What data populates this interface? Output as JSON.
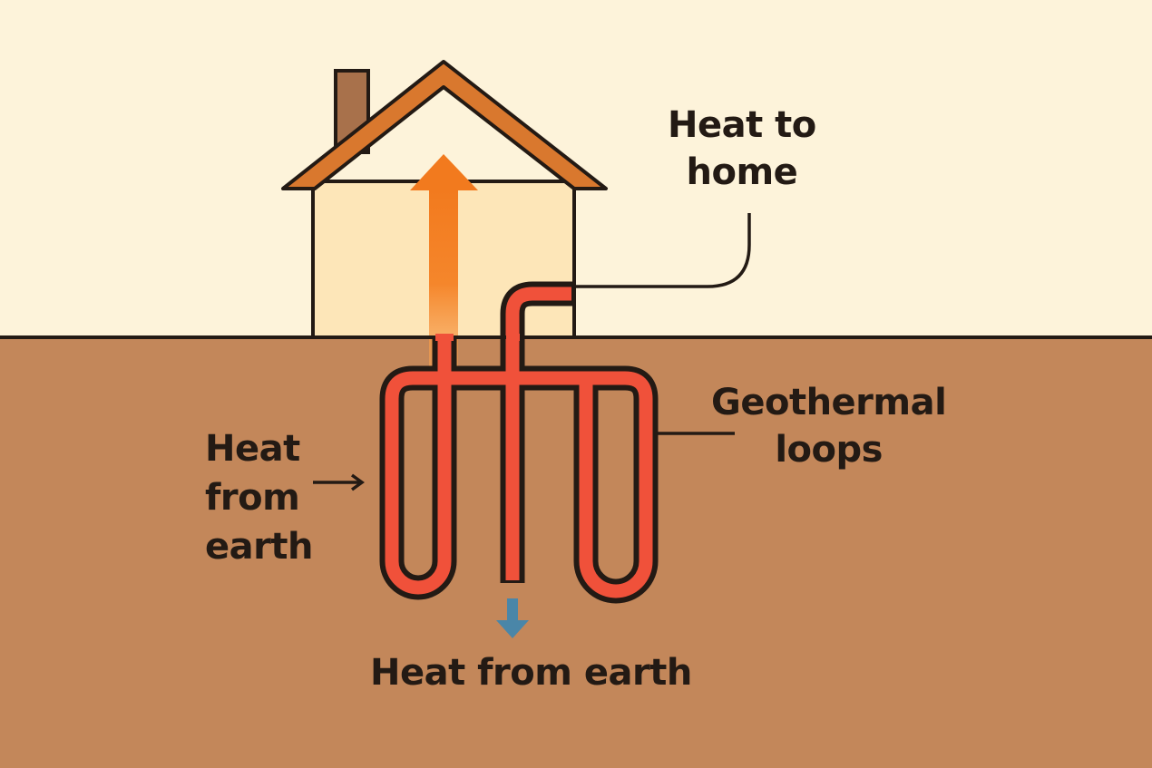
{
  "labels": {
    "heat_to_home": "Heat to\nhome",
    "geothermal_loops": "Geothermal\nloops",
    "heat_from_earth_side": "Heat\nfrom\nearth",
    "heat_from_earth_bottom": "Heat from earth"
  },
  "colors": {
    "sky": "#fdf3da",
    "ground": "#c3875a",
    "house_wall": "#fde6b8",
    "roof": "#d9782e",
    "chimney": "#a8714b",
    "pipe": "#f0513a",
    "heat_arrow": "#f27a1e",
    "cold_arrow": "#4a86a8",
    "outline": "#231a14"
  }
}
